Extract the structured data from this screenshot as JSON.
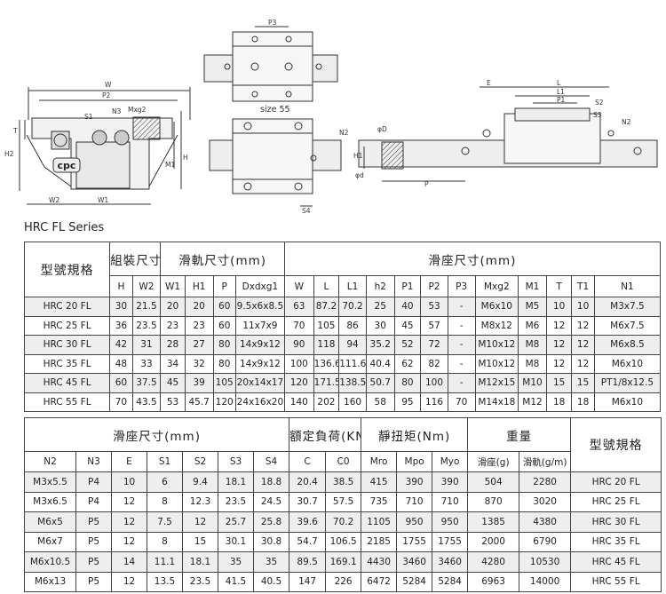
{
  "series_title": "HRC FL Series",
  "drawings": {
    "caption_size": "size 55",
    "logo": "cpc",
    "labels": {
      "w": "W",
      "p2": "P2",
      "h2": "H2",
      "t": "T",
      "h": "H",
      "n3": "N3",
      "s1": "S1",
      "mxg2": "Mxg2",
      "m1": "M1",
      "w2": "W2",
      "w1": "W1",
      "p3": "P3",
      "n2": "N2",
      "s4": "S4",
      "e": "E",
      "l": "L",
      "l1": "L1",
      "p1": "P1",
      "s2": "S2",
      "phi_d": "φD",
      "h1": "H1",
      "phi_d_small": "φd",
      "s3": "S3",
      "p": "P"
    }
  },
  "table1": {
    "header_model": "型號規格",
    "header_assembly": "組裝尺寸",
    "header_rail": "滑軌尺寸(mm)",
    "header_block": "滑座尺寸(mm)",
    "columns": [
      "H",
      "W2",
      "W1",
      "H1",
      "P",
      "Dxdxg1",
      "W",
      "L",
      "L1",
      "h2",
      "P1",
      "P2",
      "P3",
      "Mxg2",
      "M1",
      "T",
      "T1",
      "N1"
    ],
    "rows": [
      {
        "model": "HRC 20 FL",
        "cells": [
          "30",
          "21.5",
          "20",
          "20",
          "60",
          "9.5x6x8.5",
          "63",
          "87.2",
          "70.2",
          "25",
          "40",
          "53",
          "-",
          "M6x10",
          "M5",
          "10",
          "10",
          "M3x7.5"
        ]
      },
      {
        "model": "HRC 25 FL",
        "cells": [
          "36",
          "23.5",
          "23",
          "23",
          "60",
          "11x7x9",
          "70",
          "105",
          "86",
          "30",
          "45",
          "57",
          "-",
          "M8x12",
          "M6",
          "12",
          "12",
          "M6x7.5"
        ]
      },
      {
        "model": "HRC 30 FL",
        "cells": [
          "42",
          "31",
          "28",
          "27",
          "80",
          "14x9x12",
          "90",
          "118",
          "94",
          "35.2",
          "52",
          "72",
          "-",
          "M10x12",
          "M8",
          "12",
          "12",
          "M6x8.5"
        ]
      },
      {
        "model": "HRC 35 FL",
        "cells": [
          "48",
          "33",
          "34",
          "32",
          "80",
          "14x9x12",
          "100",
          "136.6",
          "111.6",
          "40.4",
          "62",
          "82",
          "-",
          "M10x12",
          "M8",
          "12",
          "12",
          "M6x10"
        ]
      },
      {
        "model": "HRC 45 FL",
        "cells": [
          "60",
          "37.5",
          "45",
          "39",
          "105",
          "20x14x17",
          "120",
          "171.5",
          "138.5",
          "50.7",
          "80",
          "100",
          "-",
          "M12x15",
          "M10",
          "15",
          "15",
          "PT1/8x12.5"
        ]
      },
      {
        "model": "HRC 55 FL",
        "cells": [
          "70",
          "43.5",
          "53",
          "45.7",
          "120",
          "24x16x20",
          "140",
          "202",
          "160",
          "58",
          "95",
          "116",
          "70",
          "M14x18",
          "M12",
          "18",
          "18",
          "M6x10"
        ]
      }
    ]
  },
  "table2": {
    "header_block": "滑座尺寸(mm)",
    "header_load": "額定負荷(KN)",
    "header_torque": "靜扭矩(Nm)",
    "header_weight": "重量",
    "header_model": "型號規格",
    "columns": [
      "N2",
      "N3",
      "E",
      "S1",
      "S2",
      "S3",
      "S4",
      "C",
      "C0",
      "Mro",
      "Mpo",
      "Myo",
      "滑座(g)",
      "滑軌(g/m)"
    ],
    "rows": [
      {
        "cells": [
          "M3x5.5",
          "P4",
          "10",
          "6",
          "9.4",
          "18.1",
          "18.8",
          "20.4",
          "38.5",
          "415",
          "390",
          "390",
          "504",
          "2280"
        ],
        "model": "HRC 20 FL"
      },
      {
        "cells": [
          "M3x6.5",
          "P4",
          "12",
          "8",
          "12.3",
          "23.5",
          "24.5",
          "30.7",
          "57.5",
          "735",
          "710",
          "710",
          "870",
          "3020"
        ],
        "model": "HRC 25 FL"
      },
      {
        "cells": [
          "M6x5",
          "P5",
          "12",
          "7.5",
          "12",
          "25.7",
          "25.8",
          "39.6",
          "70.2",
          "1105",
          "950",
          "950",
          "1385",
          "4380"
        ],
        "model": "HRC 30 FL"
      },
      {
        "cells": [
          "M6x7",
          "P5",
          "12",
          "8",
          "15",
          "30.1",
          "30.8",
          "54.7",
          "106.5",
          "2185",
          "1755",
          "1755",
          "2000",
          "6790"
        ],
        "model": "HRC 35 FL"
      },
      {
        "cells": [
          "M6x10.5",
          "P5",
          "14",
          "11.1",
          "18.1",
          "35",
          "35",
          "89.5",
          "169.1",
          "4430",
          "3460",
          "3460",
          "4280",
          "10530"
        ],
        "model": "HRC 45 FL"
      },
      {
        "cells": [
          "M6x13",
          "P5",
          "12",
          "13.5",
          "23.5",
          "41.5",
          "40.5",
          "147",
          "226",
          "6472",
          "5284",
          "5284",
          "6963",
          "14000"
        ],
        "model": "HRC 55 FL"
      }
    ]
  }
}
